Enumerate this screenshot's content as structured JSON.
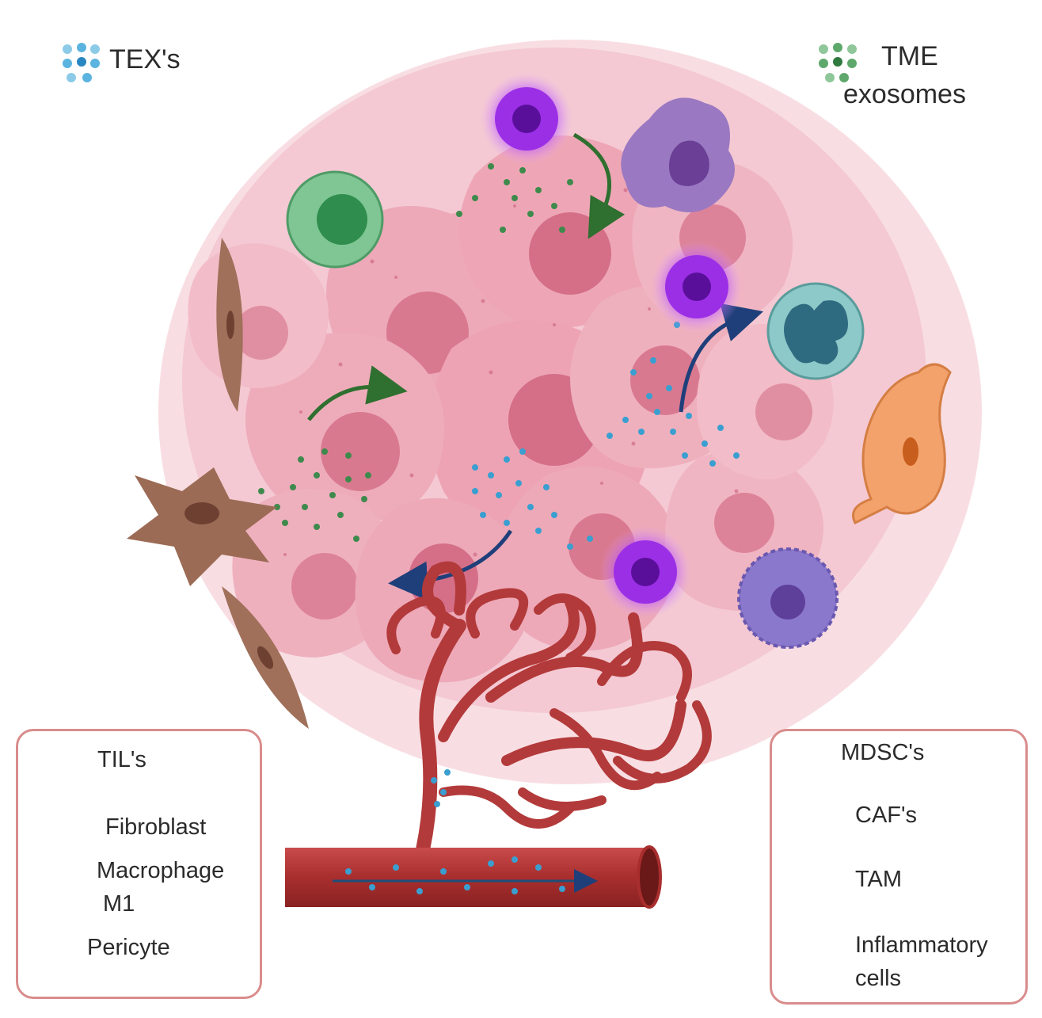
{
  "top_legend": {
    "tex": "TEX's",
    "tme_line1": "TME",
    "tme_line2": "exosomes"
  },
  "left_legend": {
    "tils": "TIL's",
    "fibroblast": "Fibroblast",
    "macrophage_line1": "Macrophage",
    "macrophage_line2": "M1",
    "pericyte": "Pericyte"
  },
  "right_legend": {
    "mdsc": "MDSC's",
    "caf": "CAF's",
    "tam": "TAM",
    "inflammatory_line1": "Inflammatory",
    "inflammatory_line2": "cells"
  },
  "colors": {
    "tumor_cell": "#f2b9c6",
    "tumor_nucleus": "#d97a91",
    "tex_blue": "#3a9fd0",
    "tme_green": "#3e8a4c",
    "vessel_red": "#b33a3a",
    "mdsc_purple": "#8a2be2",
    "legend_border": "#d98c8c"
  }
}
